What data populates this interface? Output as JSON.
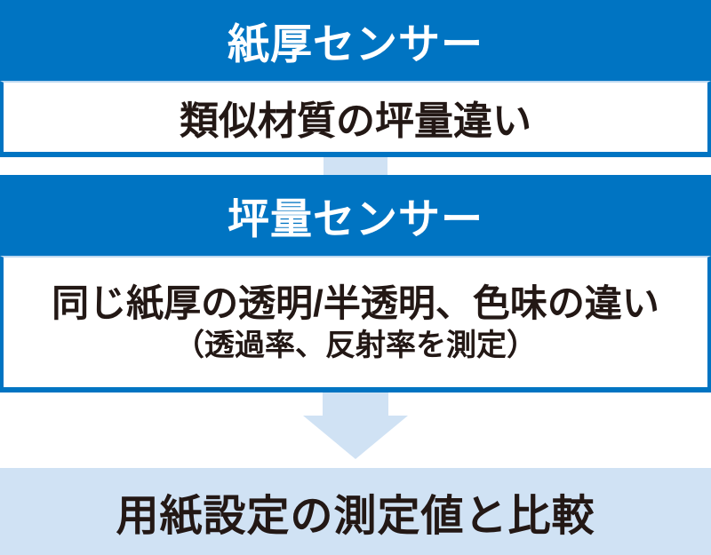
{
  "colors": {
    "blue": "#0074C2",
    "light_blue": "#D0E2F4",
    "separator": "#BDD8F0",
    "text_dark": "#231815",
    "white": "#FFFFFF"
  },
  "blocks": [
    {
      "header": "紙厚センサー",
      "body_lines": [
        "類似材質の坪量違い"
      ]
    },
    {
      "header": "坪量センサー",
      "body_lines": [
        "同じ紙厚の透明/半透明、色味の違い",
        "（透過率、反射率を測定）"
      ]
    }
  ],
  "result": {
    "label": "用紙設定の測定値と比較"
  },
  "icons": {
    "connector": "down-connector",
    "arrow": "down-arrow"
  }
}
